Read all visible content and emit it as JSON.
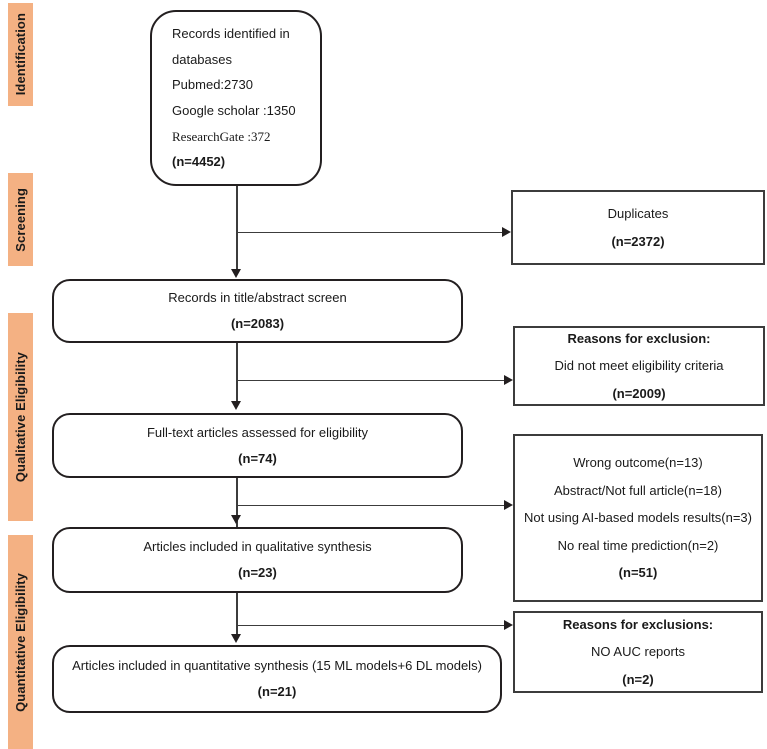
{
  "diagram": {
    "title": "PRISMA study selection flow diagram",
    "accent_color": "#f4b183",
    "line_color": "#231f20"
  },
  "stages": [
    {
      "id": "identification",
      "label": "Identification"
    },
    {
      "id": "screening",
      "label": "Screening"
    },
    {
      "id": "qualitative",
      "label": "Qualitative Eligibility"
    },
    {
      "id": "quantitative",
      "label": "Quantitative Eligibility"
    }
  ],
  "boxes": {
    "records_identified": {
      "line1": "Records identified in",
      "line2": "databases",
      "line3": "Pubmed:2730",
      "line4": "Google scholar :1350",
      "line5": "ResearchGate :372",
      "count": "(n=4452)"
    },
    "title_abstract": {
      "line1": "Records in title/abstract screen",
      "count": "(n=2083)"
    },
    "fulltext": {
      "line1": "Full-text articles assessed for eligibility",
      "count": "(n=74)"
    },
    "qualitative_synthesis": {
      "line1": "Articles included in qualitative synthesis",
      "count": "(n=23)"
    },
    "quantitative_synthesis": {
      "line1": "Articles included in quantitative synthesis (15 ML models+6 DL models)",
      "count": "(n=21)"
    },
    "duplicates": {
      "line1": "Duplicates",
      "count": "(n=2372)"
    },
    "reason_exclusion": {
      "heading": "Reasons for exclusion:",
      "line1": "Did not meet eligibility criteria",
      "count": "(n=2009)"
    },
    "reason_list": {
      "line1": "Wrong outcome(n=13)",
      "line2": "Abstract/Not full article(n=18)",
      "line3": "Not using AI-based models results(n=3)",
      "line4": "No real time prediction(n=2)",
      "count": "(n=51)"
    },
    "reason_auc": {
      "heading": "Reasons for exclusions:",
      "line1": "NO AUC reports",
      "count": "(n=2)"
    }
  }
}
